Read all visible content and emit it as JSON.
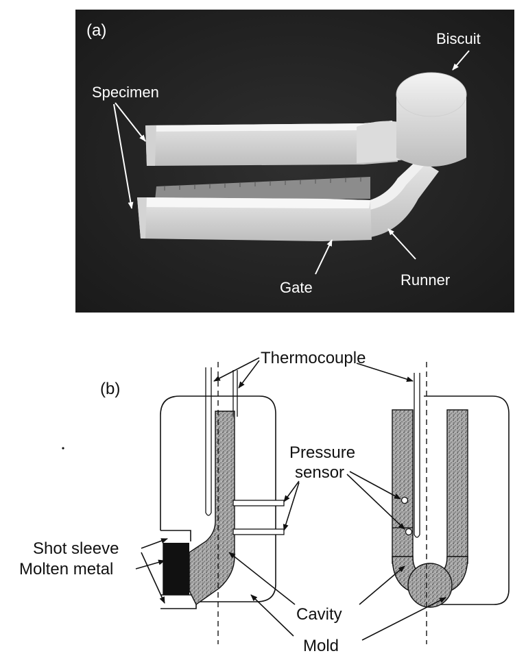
{
  "panel_a": {
    "panel_label": "(a)",
    "labels": {
      "specimen": "Specimen",
      "biscuit": "Biscuit",
      "gate": "Gate",
      "runner": "Runner"
    }
  },
  "panel_b": {
    "panel_label": "(b)",
    "labels": {
      "thermocouple": "Thermocouple",
      "pressure_line1": "Pressure",
      "pressure_line2": "sensor",
      "shot_sleeve": "Shot sleeve",
      "molten_metal": "Molten metal",
      "cavity": "Cavity",
      "mold": "Mold"
    }
  }
}
